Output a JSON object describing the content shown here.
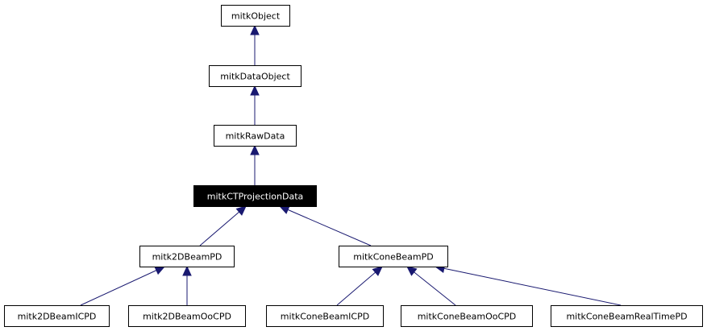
{
  "diagram": {
    "nodes": [
      {
        "id": "mitkObject",
        "label": "mitkObject",
        "highlighted": false
      },
      {
        "id": "mitkDataObject",
        "label": "mitkDataObject",
        "highlighted": false
      },
      {
        "id": "mitkRawData",
        "label": "mitkRawData",
        "highlighted": false
      },
      {
        "id": "mitkCTProjectionData",
        "label": "mitkCTProjectionData",
        "highlighted": true
      },
      {
        "id": "mitk2DBeamPD",
        "label": "mitk2DBeamPD",
        "highlighted": false
      },
      {
        "id": "mitkConeBeamPD",
        "label": "mitkConeBeamPD",
        "highlighted": false
      },
      {
        "id": "mitk2DBeamICPD",
        "label": "mitk2DBeamICPD",
        "highlighted": false
      },
      {
        "id": "mitk2DBeamOoCPD",
        "label": "mitk2DBeamOoCPD",
        "highlighted": false
      },
      {
        "id": "mitkConeBeamICPD",
        "label": "mitkConeBeamICPD",
        "highlighted": false
      },
      {
        "id": "mitkConeBeamOoCPD",
        "label": "mitkConeBeamOoCPD",
        "highlighted": false
      },
      {
        "id": "mitkConeBeamRealTimePD",
        "label": "mitkConeBeamRealTimePD",
        "highlighted": false
      }
    ],
    "edges": [
      {
        "from": "mitkDataObject",
        "to": "mitkObject"
      },
      {
        "from": "mitkRawData",
        "to": "mitkDataObject"
      },
      {
        "from": "mitkCTProjectionData",
        "to": "mitkRawData"
      },
      {
        "from": "mitk2DBeamPD",
        "to": "mitkCTProjectionData"
      },
      {
        "from": "mitkConeBeamPD",
        "to": "mitkCTProjectionData"
      },
      {
        "from": "mitk2DBeamICPD",
        "to": "mitk2DBeamPD"
      },
      {
        "from": "mitk2DBeamOoCPD",
        "to": "mitk2DBeamPD"
      },
      {
        "from": "mitkConeBeamICPD",
        "to": "mitkConeBeamPD"
      },
      {
        "from": "mitkConeBeamOoCPD",
        "to": "mitkConeBeamPD"
      },
      {
        "from": "mitkConeBeamRealTimePD",
        "to": "mitkConeBeamPD"
      }
    ],
    "colors": {
      "edge": "#191970",
      "box_border": "#000000",
      "highlight_fill": "#000000",
      "highlight_text": "#ffffff"
    }
  }
}
